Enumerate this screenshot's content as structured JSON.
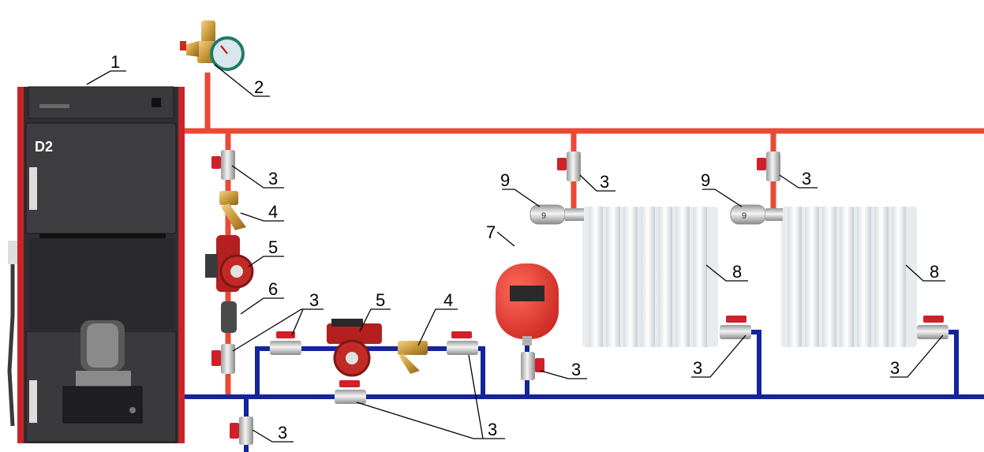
{
  "boiler": {
    "brand_mark": "D2",
    "colors": {
      "body": "#2f2f31",
      "side_trim": "#c8242a"
    }
  },
  "pipes": {
    "supply_color": "#e94a35",
    "return_color": "#14249b"
  },
  "valve_handle_color": "#d0202a",
  "gauge_dial": "9",
  "labels": [
    {
      "id": "boiler",
      "text": "1"
    },
    {
      "id": "air-vent-gauge-group",
      "text": "2"
    },
    {
      "id": "valve-supply-top",
      "text": "3"
    },
    {
      "id": "strainer-left",
      "text": "4"
    },
    {
      "id": "pump-left",
      "text": "5"
    },
    {
      "id": "check-valve",
      "text": "6"
    },
    {
      "id": "valves-bypass",
      "text": "3"
    },
    {
      "id": "pump-right",
      "text": "5"
    },
    {
      "id": "strainer-right",
      "text": "4"
    },
    {
      "id": "expansion-tank",
      "text": "7"
    },
    {
      "id": "valve-tank",
      "text": "3"
    },
    {
      "id": "valve-rad1-top",
      "text": "3"
    },
    {
      "id": "thermo-head-1",
      "text": "9"
    },
    {
      "id": "radiator-1",
      "text": "8"
    },
    {
      "id": "valve-rad1-bottom",
      "text": "3"
    },
    {
      "id": "valve-rad2-top",
      "text": "3"
    },
    {
      "id": "thermo-head-2",
      "text": "9"
    },
    {
      "id": "radiator-2",
      "text": "8"
    },
    {
      "id": "valve-rad2-bottom",
      "text": "3"
    },
    {
      "id": "valves-bottom-bypass",
      "text": "3"
    },
    {
      "id": "valve-drain",
      "text": "3"
    }
  ]
}
